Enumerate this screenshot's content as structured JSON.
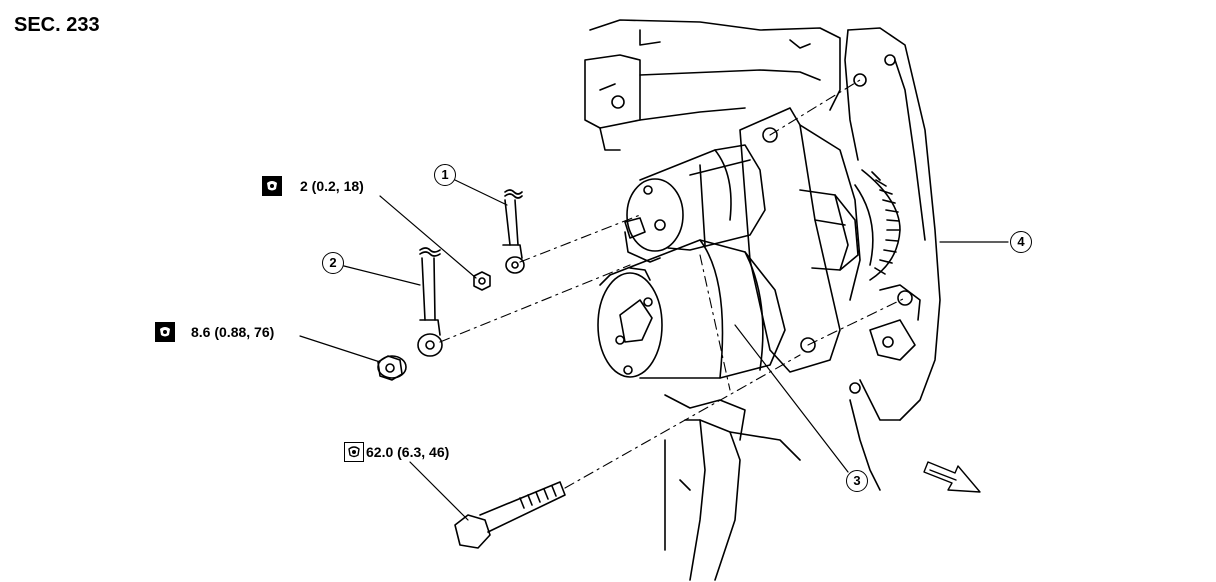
{
  "section_label": "SEC. 233",
  "torque_specs": [
    {
      "id": "nut-small",
      "text": "2 (0.2, 18)",
      "icon": "torque-nut-icon"
    },
    {
      "id": "nut-large",
      "text": "8.6 (0.88, 76)",
      "icon": "torque-nut-icon"
    },
    {
      "id": "bolt",
      "text": "62.0 (6.3, 46)",
      "icon": "torque-bolt-icon"
    }
  ],
  "callouts": [
    "1",
    "2",
    "3",
    "4"
  ],
  "direction_arrow": "front-direction-arrow-icon"
}
